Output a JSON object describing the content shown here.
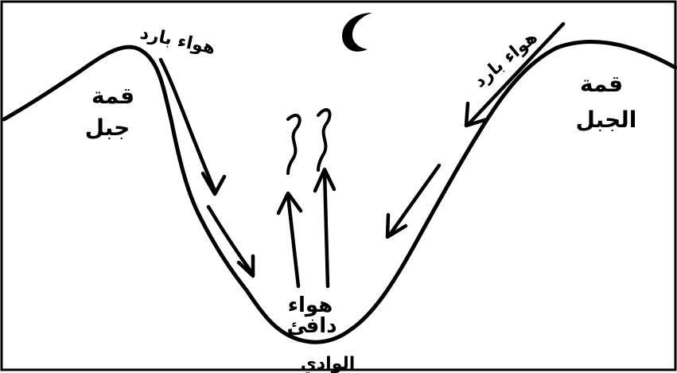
{
  "labels": {
    "left_peak": "قمة جبل",
    "left_peak_line1": "قمة",
    "left_peak_line2": "جبل",
    "left_cold_air": "هواء بارد",
    "right_peak": "قمة الجبل",
    "right_peak_line1": "قمة",
    "right_peak_line2": "الجبل",
    "right_cold_air": "هواء بارد",
    "warm_air": "هواء دافئ",
    "warm_air_line1": "هواء",
    "warm_air_line2": "دافئ",
    "valley": "الوادي"
  },
  "icons": {
    "moon": "crescent-moon-icon"
  },
  "colors": {
    "ink": "#000000",
    "background": "#ffffff"
  }
}
